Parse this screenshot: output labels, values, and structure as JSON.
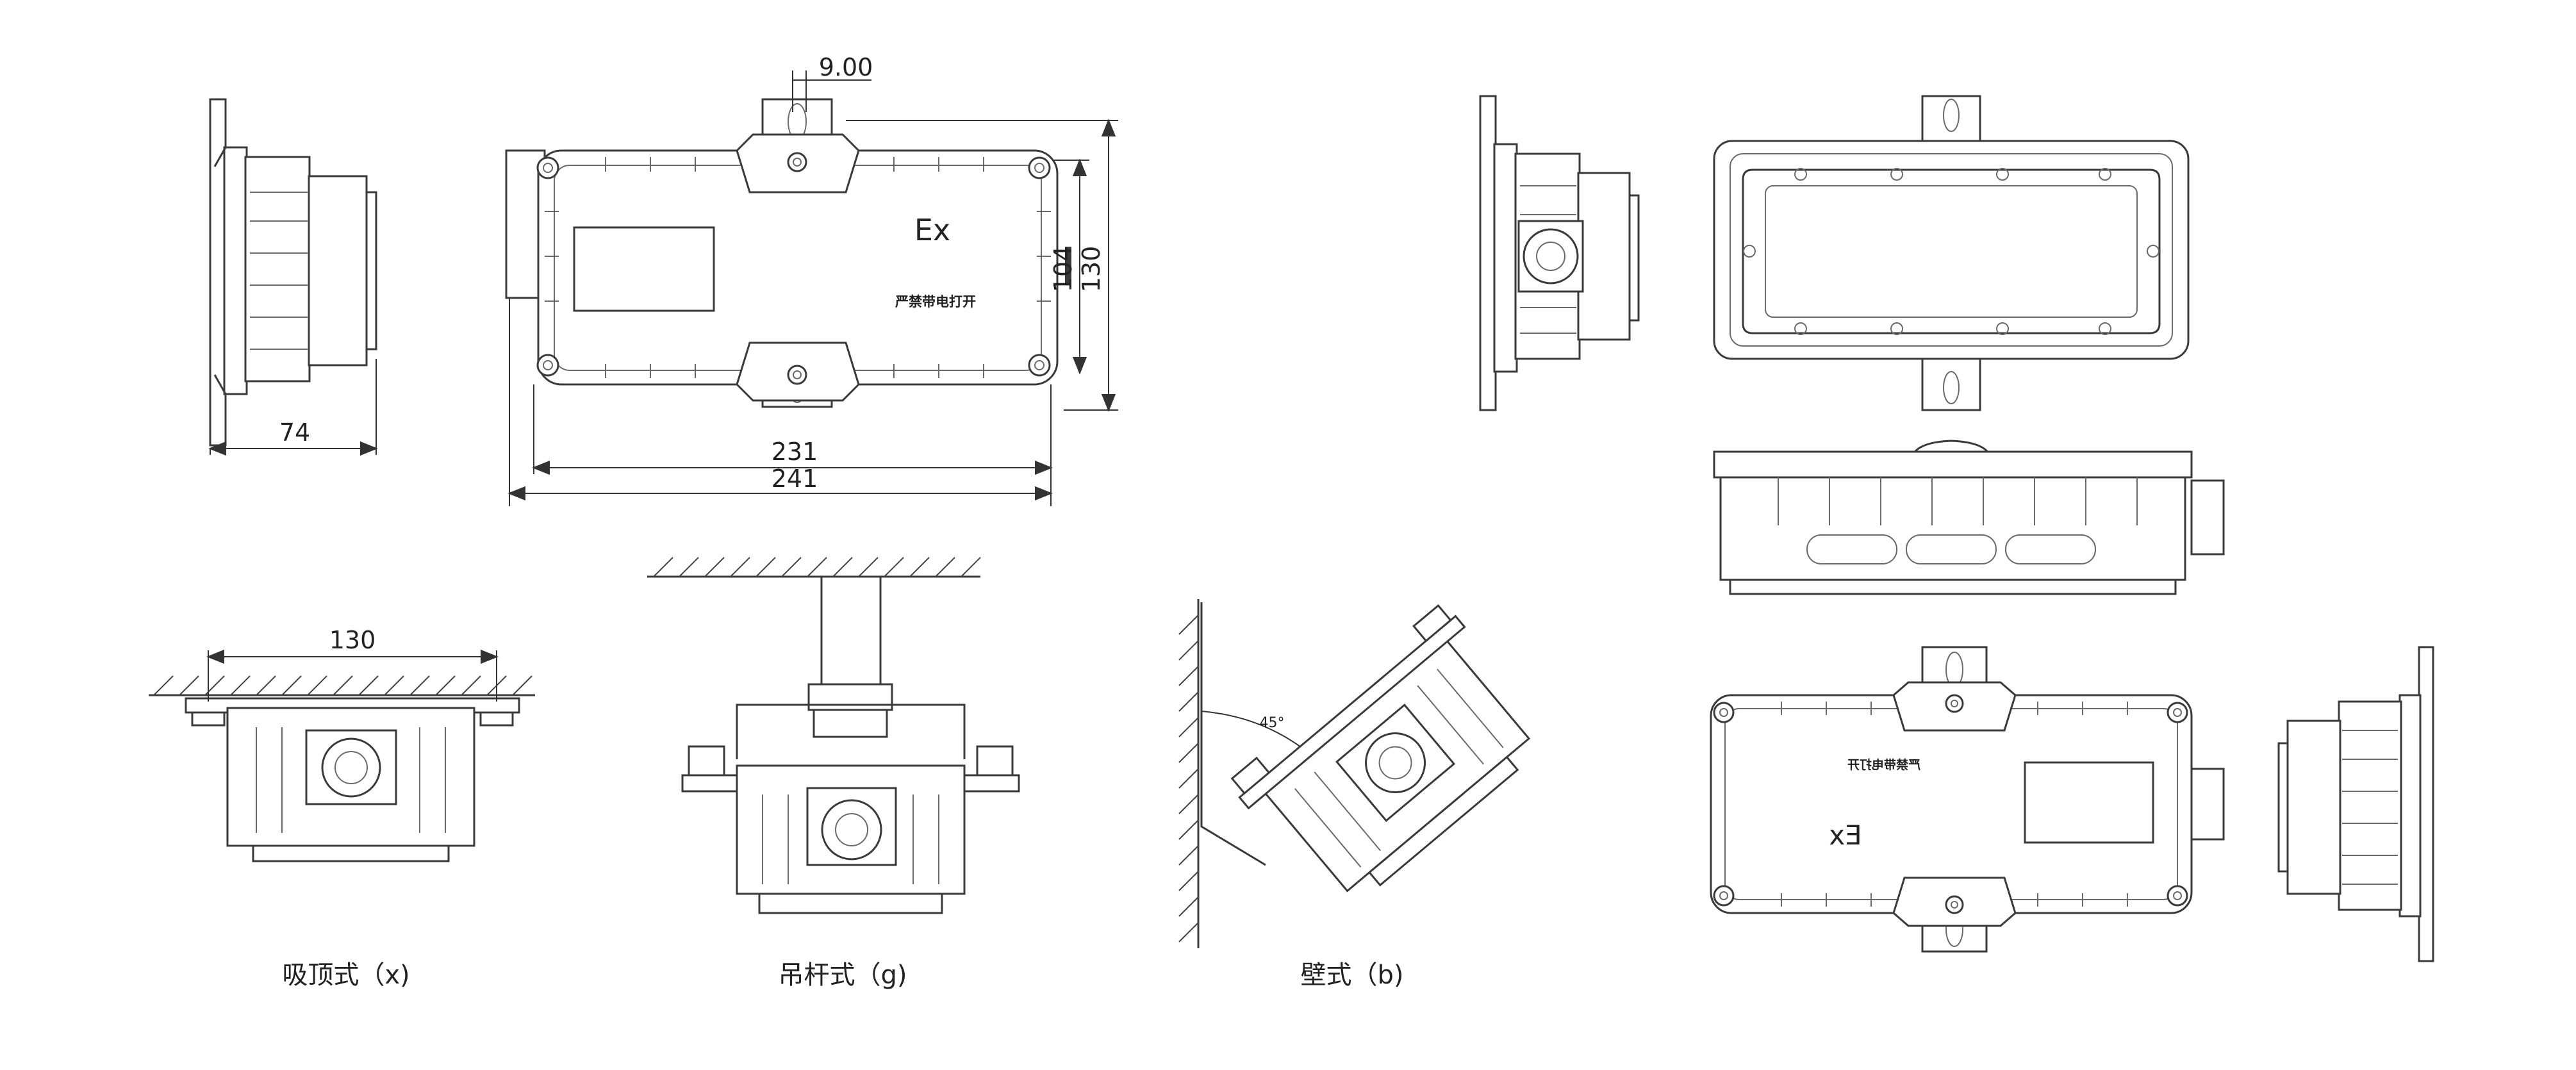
{
  "dimensions": {
    "d_9": "9.00",
    "d_74": "74",
    "d_104": "104",
    "d_130_side": "130",
    "d_231": "231",
    "d_241": "241",
    "d_130_mount": "130",
    "angle_45": "45°"
  },
  "front_marking": {
    "ex": "Ex",
    "label": "严禁带电打开"
  },
  "rear_marking": {
    "ex": "Ex",
    "label": "严禁带电打开"
  },
  "captions": {
    "ceiling": "吸顶式（x)",
    "pendant": "吊杆式（g)",
    "wall": "壁式（b)"
  },
  "colors": {
    "line": "#3a3a3a",
    "background": "#ffffff"
  }
}
